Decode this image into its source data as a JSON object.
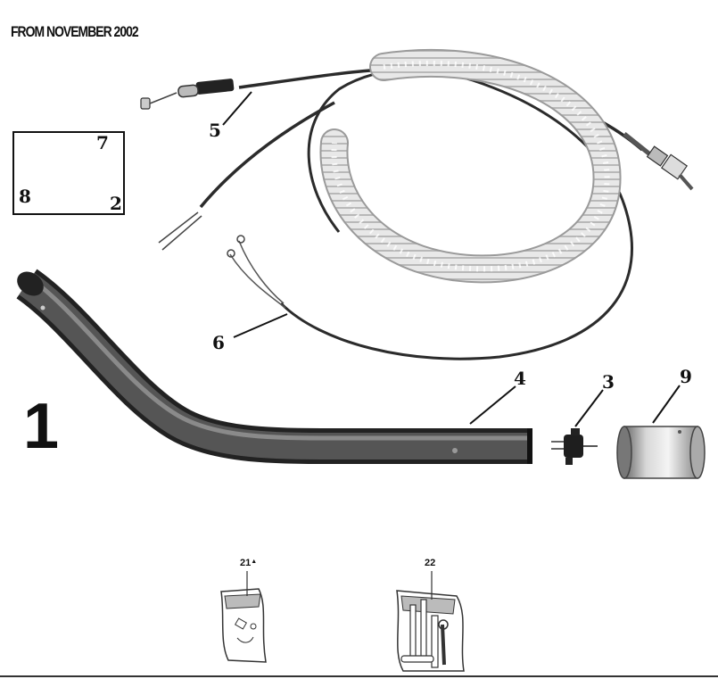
{
  "header": {
    "text": "FROM NOVEMBER 2002"
  },
  "figure": {
    "number": "1"
  },
  "callouts": {
    "c2": "2",
    "c3": "3",
    "c4": "4",
    "c5": "5",
    "c6": "6",
    "c7": "7",
    "c8": "8",
    "c9": "9",
    "c21": "21",
    "c22": "22"
  },
  "icons": {
    "part_21": "label-decal-icon",
    "part_22": "tool-kit-icon"
  }
}
